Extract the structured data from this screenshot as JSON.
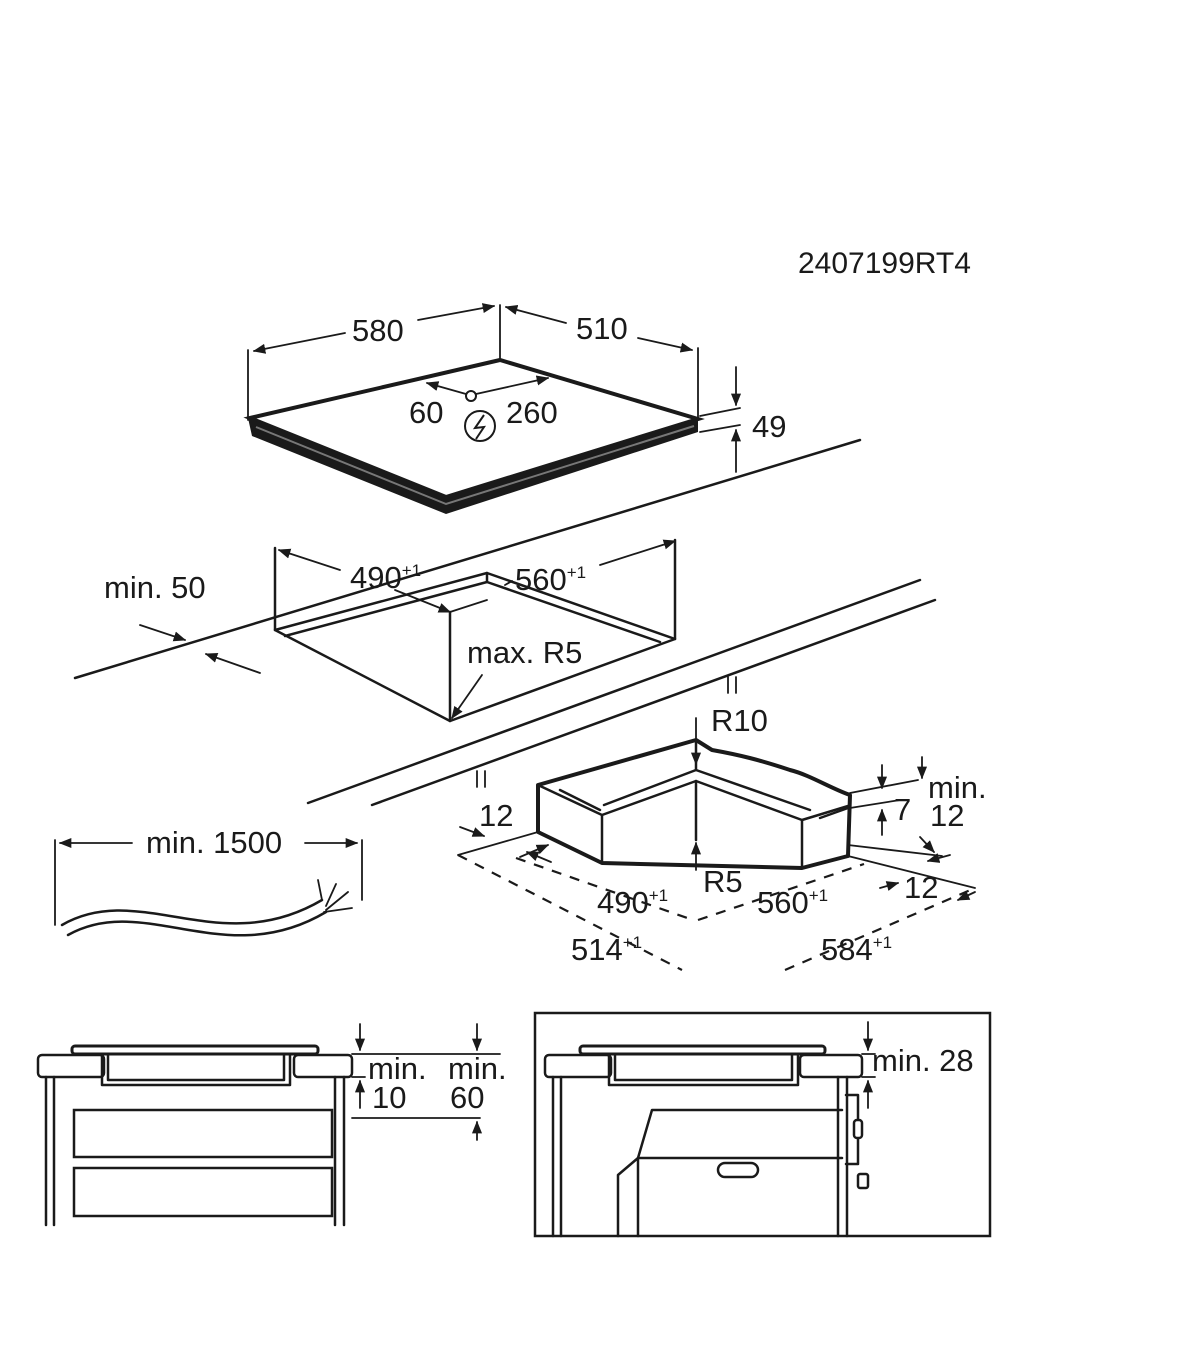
{
  "drawing_code": "2407199RT4",
  "hob": {
    "width": "580",
    "depth": "510",
    "height": "49",
    "cable_offset_a": "60",
    "cable_offset_b": "260"
  },
  "cutout": {
    "width": "490",
    "width_tol": "+1",
    "depth": "560",
    "depth_tol": "+1",
    "min_front": "min. 50",
    "radius": "max. R5"
  },
  "cable": {
    "length": "min. 1500"
  },
  "frame": {
    "radius_top": "R10",
    "radius_inner": "R5",
    "edge_left": "12",
    "step": "7",
    "min_label": "min.",
    "min_value": "12",
    "edge_right": "12",
    "inner_w": "490",
    "inner_w_tol": "+1",
    "inner_d": "560",
    "inner_d_tol": "+1",
    "outer_w": "514",
    "outer_w_tol": "+1",
    "outer_d": "584",
    "outer_d_tol": "+1"
  },
  "section_drawer": {
    "min_label_a": "min.",
    "min_value_a": "10",
    "min_label_b": "min.",
    "min_value_b": "60"
  },
  "section_oven": {
    "min_value": "min. 28"
  }
}
